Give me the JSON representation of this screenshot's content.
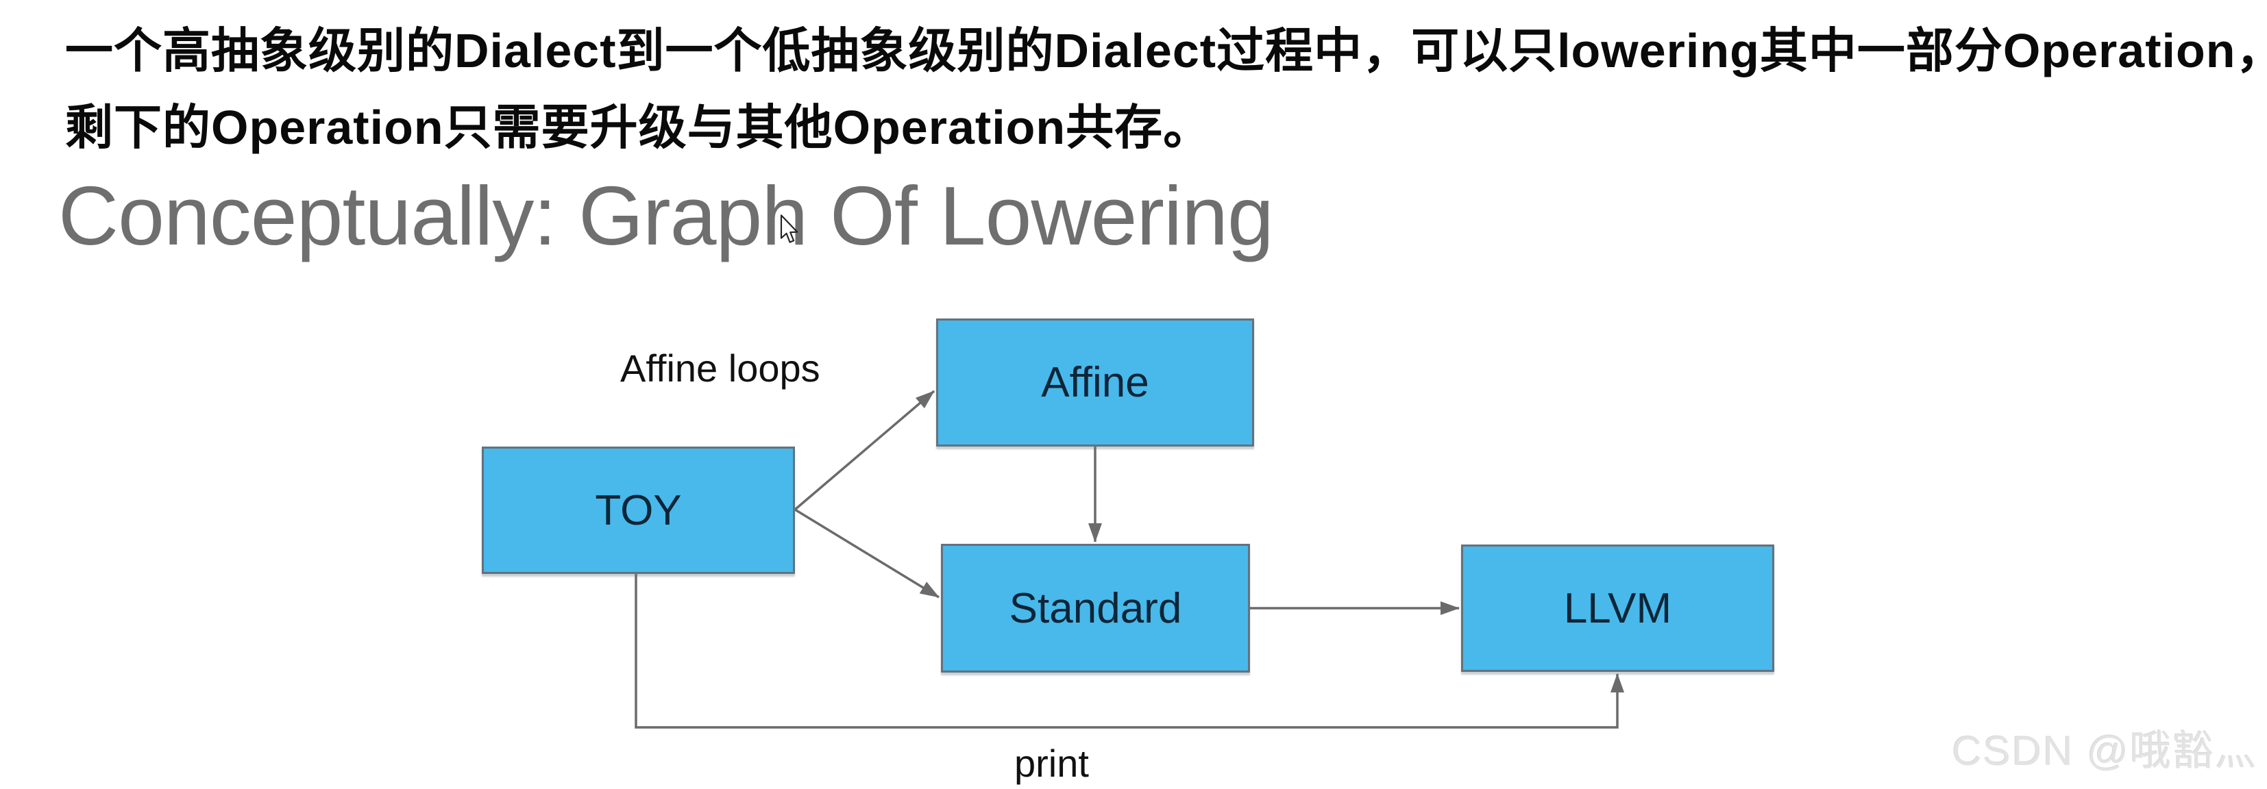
{
  "intro": {
    "line1": "一个高抽象级别的Dialect到一个低抽象级别的Dialect过程中，可以只lowering其中一部分Operation，",
    "line2": "剩下的Operation只需要升级与其他Operation共存。"
  },
  "title": "Conceptually: Graph Of Lowering",
  "diagram": {
    "nodes": [
      {
        "id": "toy",
        "label": "TOY"
      },
      {
        "id": "affine",
        "label": "Affine"
      },
      {
        "id": "standard",
        "label": "Standard"
      },
      {
        "id": "llvm",
        "label": "LLVM"
      }
    ],
    "edges": [
      {
        "from": "TOY",
        "to": "Affine",
        "label": "Affine loops",
        "style": "diagonal-up"
      },
      {
        "from": "TOY",
        "to": "Standard",
        "label": "",
        "style": "diagonal-down"
      },
      {
        "from": "Affine",
        "to": "Standard",
        "label": "",
        "style": "vertical"
      },
      {
        "from": "Standard",
        "to": "LLVM",
        "label": "",
        "style": "horizontal"
      },
      {
        "from": "TOY",
        "to": "LLVM",
        "label": "print",
        "style": "bottom-route"
      }
    ],
    "labels": {
      "affine_loops": "Affine loops",
      "print": "print"
    },
    "colors": {
      "node_fill": "#48b9ea",
      "node_border": "#63727e",
      "node_text": "#0e2538",
      "arrow": "#6b6b6b",
      "title_gray": "#6f6f6f",
      "body_text": "#0a0a0a",
      "watermark": "#e3e3e3"
    }
  },
  "watermark": {
    "text": "CSDN @哦豁灬"
  }
}
